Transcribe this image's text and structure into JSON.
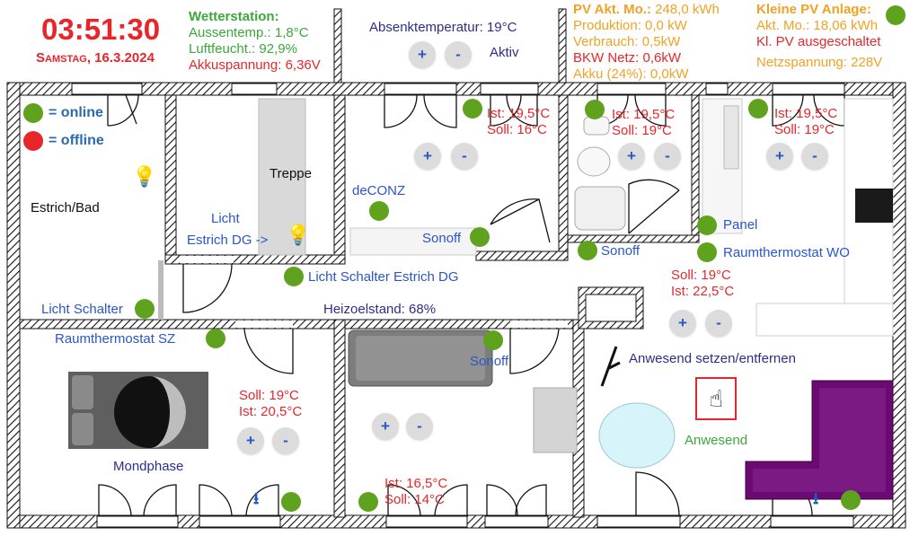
{
  "header": {
    "clock": "03:51:30",
    "date": "Samstag, 16.3.2024"
  },
  "wetterstation": {
    "title": "Wetterstation:",
    "aussentemp": "Aussentemp.: 1,8°C",
    "luftfeucht": "Luftfeucht.: 92,9%",
    "akku": "Akkuspannung: 6,36V"
  },
  "absenk": {
    "label": "Absenktemperatur: 19°C",
    "status": "Aktiv",
    "plus": "+",
    "minus": "-"
  },
  "pv": {
    "line1_label": "PV Akt. Mo.:",
    "line1_value": "248,0 kWh",
    "produktion": "Produktion: 0,0 kW",
    "verbrauch": "Verbrauch: 0,5kW",
    "bkw": "BKW Netz: 0,6kW",
    "akku": "Akku (24%):   0,0kW"
  },
  "kleine_pv": {
    "title": "Kleine PV Anlage:",
    "akt": "Akt. Mo.: 18,06 kWh",
    "status": "Kl. PV ausgeschaltet",
    "netz": "Netzspannung: 228V"
  },
  "legend": {
    "online": "= online",
    "offline": "= offline"
  },
  "rooms": {
    "estrich_bad": "Estrich/Bad",
    "treppe": "Treppe",
    "licht": "Licht",
    "estrich_dg": "Estrich DG ->",
    "deconz": "deCONZ",
    "sonoff1": "Sonoff",
    "sonoff2": "Sonoff",
    "sonoff3": "Sonoff",
    "licht_schalter_estrich": "Licht Schalter Estrich DG",
    "licht_schalter": "Licht Schalter",
    "heizoel": "Heizoelstand: 68%",
    "raumthermostat_sz": "Raumthermostat SZ",
    "mondphase": "Mondphase",
    "panel": "Panel",
    "raumthermostat_wo": "Raumthermostat WO",
    "anwesend_setzen": "Anwesend setzen/entfernen",
    "anwesend": "Anwesend"
  },
  "thermo": {
    "r1_ist": "Ist: 19,5°C",
    "r1_soll": "Soll: 16°C",
    "r2_ist": "Ist: 19,5°C",
    "r2_soll": "Soll: 19°C",
    "r3_ist": "Ist: 19,5°C",
    "r3_soll": "Soll: 19°C",
    "wo_soll": "Soll: 19°C",
    "wo_ist": "Ist: 22,5°C",
    "sz_soll": "Soll: 19°C",
    "sz_ist": "Ist: 20,5°C",
    "bot_ist": "Ist: 16,5°C",
    "bot_soll": "Soll: 14°C"
  },
  "buttons": {
    "plus": "+",
    "minus": "-"
  },
  "colors": {
    "online": "#5ea21d",
    "offline": "#e8262a",
    "sofa": "#6a0a72",
    "table": "#d8f4fb"
  }
}
